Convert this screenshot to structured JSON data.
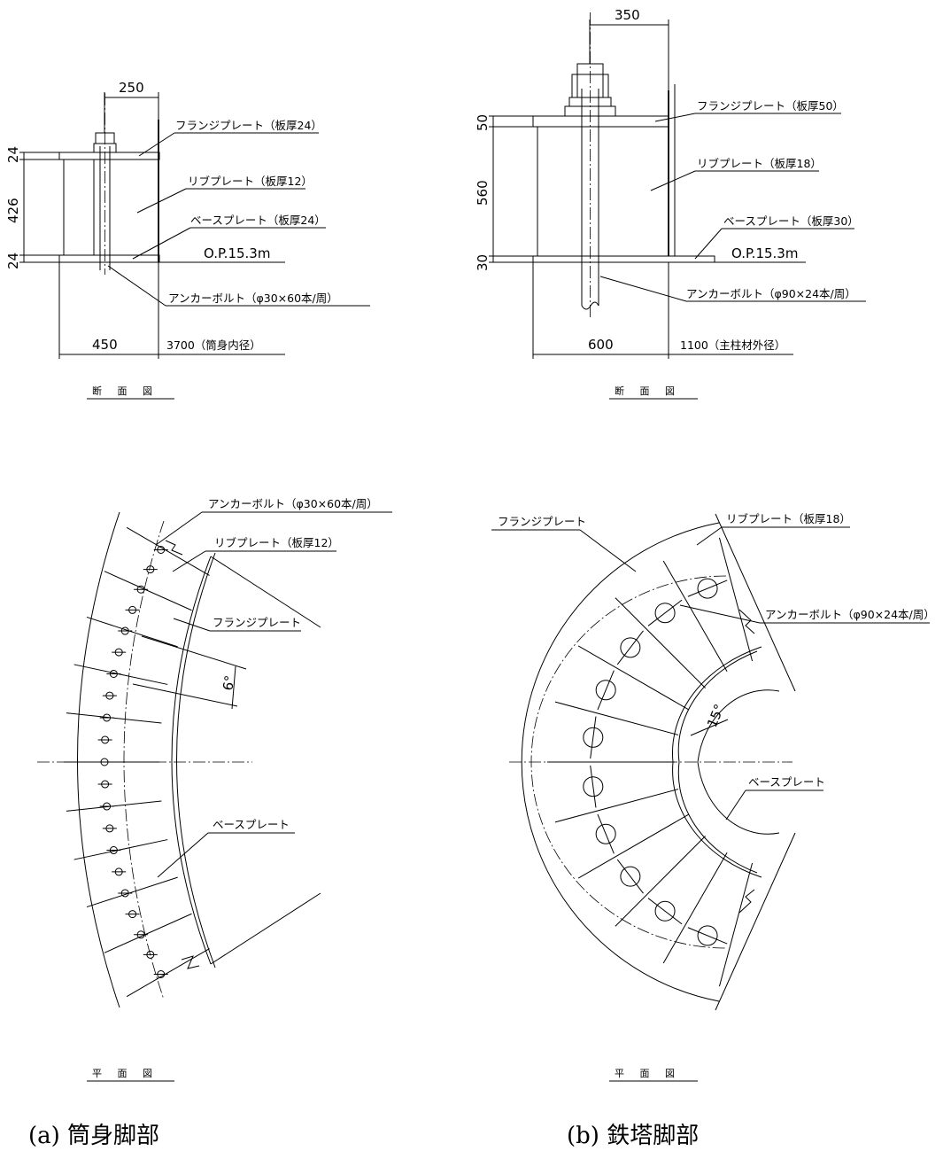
{
  "caption_a": "(a) 筒身脚部",
  "caption_b": "(b) 鉄塔脚部",
  "a_section": {
    "title": "断 面 図",
    "dim_top": "250",
    "dim_left_1": "24",
    "dim_left_2": "426",
    "dim_left_3": "24",
    "dim_bottom": "450",
    "diameter_note": "3700（筒身内径）",
    "flange_plate": "フランジプレート（板厚24）",
    "rib_plate": "リブプレート（板厚12）",
    "base_plate": "ベースプレート（板厚24）",
    "level": "O.P.15.3m",
    "anchor_bolt": "アンカーボルト（φ30×60本/周）"
  },
  "b_section": {
    "title": "断 面 図",
    "dim_top": "350",
    "dim_left_1": "50",
    "dim_left_2": "560",
    "dim_left_3": "30",
    "dim_bottom": "600",
    "diameter_note": "1100（主柱材外径）",
    "flange_plate": "フランジプレート（板厚50）",
    "rib_plate": "リブプレート（板厚18）",
    "base_plate": "ベースプレート（板厚30）",
    "level": "O.P.15.3m",
    "anchor_bolt": "アンカーボルト（φ90×24本/周）"
  },
  "a_plan": {
    "title": "平 面 図",
    "anchor_bolt": "アンカーボルト（φ30×60本/周）",
    "rib_plate": "リブプレート（板厚12）",
    "flange_plate": "フランジプレート",
    "angle": "6°",
    "base_plate": "ベースプレート"
  },
  "b_plan": {
    "title": "平 面 図",
    "flange_plate": "フランジプレート",
    "rib_plate": "リブプレート（板厚18）",
    "anchor_bolt": "アンカーボルト（φ90×24本/周）",
    "angle": "15°",
    "base_plate": "ベースプレート"
  }
}
